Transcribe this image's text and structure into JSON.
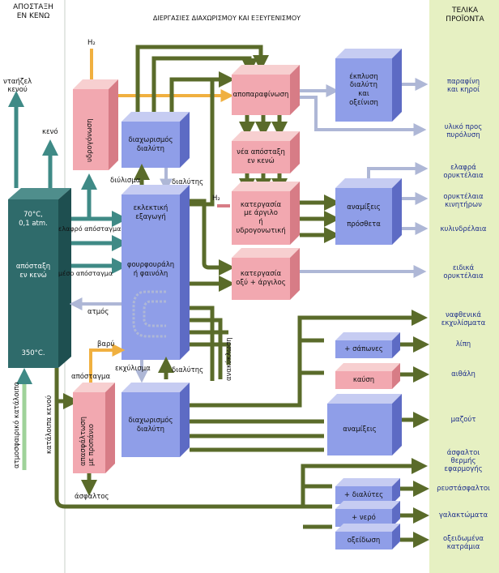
{
  "headers": {
    "vacuum": "ΑΠΟΣΤΑΞΗ\nΕΝ ΚΕΝΩ",
    "processes": "ΔΙΕΡΓΑΣΙΕΣ ΔΙΑΧΩΡΙΣΜΟΥ ΚΑΙ ΕΞΕΥΓΕΝΙΣΜΟΥ",
    "products": "ΤΕΛΙΚΑ\nΠΡΟΪΟΝΤΑ"
  },
  "boxes": {
    "vacuum_column_top": "70°C,\n0,1 atm.",
    "vacuum_column_mid": "απόσταξη\nεν κενώ",
    "vacuum_column_bottom": "350°C.",
    "hydrogenation": "υδρογόνωση",
    "solvent_sep_top": "διαχωρισμός\nδιαλύτη",
    "selective_extraction": "εκλεκτική\nεξαγωγή",
    "furfural": "φουρφουράλη\nή φαινόλη",
    "solvent_sep_bottom": "διαχωρισμός\nδιαλύτη",
    "deasphalting": "απασφάλτωση\nμε προπάνιο",
    "dewaxing": "αποπαραφίνωση",
    "new_vacuum": "νέα απόσταξη\nεν κενώ",
    "clay_hydro": "κατεργασία\nμε άργιλο\nή\nυδρογονωτική",
    "acid_clay": "κατεργασία\nοξύ + άργιλος",
    "wash_oxidation": "έκπλυση διαλύτη\nκαι\nοξείνιση",
    "blends_additives": "αναμίξεις\n\nπρόσθετα",
    "soaps": "+ σάπωνες",
    "burning": "καύση",
    "blends": "αναμίξεις",
    "solvents": "+ διαλύτες",
    "water": "+ νερό",
    "oxidation": "οξείδωση"
  },
  "flow_labels": {
    "h2_top": "H₂",
    "h2_mid": "H₂",
    "vacuum_gasoil": "νταήζελ\nκενού",
    "vacuum": "κενό",
    "light_distillate": "ελαφρό απόσταγμα",
    "medium_distillate": "μέσο απόσταγμα",
    "steam": "ατμός",
    "heavy": "βαρύ",
    "distillate": "απόσταγμα",
    "raffinate": "διύλισμα",
    "solvent_1": "διαλύτης",
    "extract": "εκχύλισμα",
    "solvent_2": "διαλύτης",
    "recycle": "ανακύκλωση",
    "atmospheric_residue": "ατμοσφαιρικό κατάλοιπο",
    "vacuum_residue": "κατάλοιπα κενού",
    "asphalt": "άσφαλτος"
  },
  "products": [
    "παραφίνη\nκαι κηροί",
    "υλικό προς\nπυρόλυση",
    "ελαφρά\nορυκτέλαια",
    "ορυκτέλαια\nκινητήρων",
    "κυλινδρέλαια",
    "ειδικά\nορυκτέλαια",
    "ναφθενικά\nεκχυλίσματα",
    "λίπη",
    "αιθάλη",
    "μαζούτ",
    "άσφαλτοι\nθερμής\nεφαρμογής",
    "ρευστάσφαλτοι",
    "γαλακτώματα",
    "οξειδωμένα\nκατράμια"
  ],
  "colors": {
    "column": "#2f6b6b",
    "pink_box": "#f2a8b0",
    "blue_box": "#8f9ee8",
    "arrow": "#5a6b2a",
    "product_band": "#e6f0c2",
    "vacuum_band": "#5aa4a0",
    "orange_arrow": "#f0b040"
  }
}
